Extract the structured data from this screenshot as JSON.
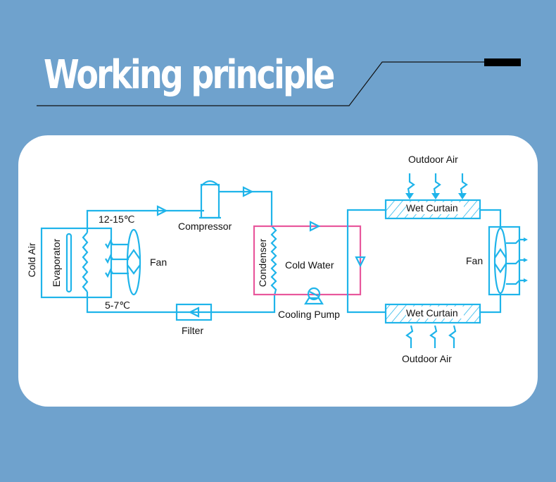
{
  "header": {
    "title": "Working principle"
  },
  "colors": {
    "background": "#6fa2cd",
    "pipe": "#1fb4ea",
    "water_loop": "#e8579c",
    "card": "#ffffff"
  },
  "diagram": {
    "labels": {
      "cold_air": "Cold Air",
      "evaporator": "Evaporator",
      "evap_fan": "Fan",
      "temp_high": "12-15℃",
      "temp_low": "5-7℃",
      "compressor": "Compressor",
      "filter": "Filter",
      "condenser": "Condenser",
      "cold_water": "Cold Water",
      "cooling_pump": "Cooling Pump",
      "outdoor_air_top": "Outdoor Air",
      "wet_curtain_top": "Wet Curtain",
      "wet_curtain_bottom": "Wet Curtain",
      "outdoor_air_bottom": "Outdoor Air",
      "right_fan": "Fan"
    }
  }
}
